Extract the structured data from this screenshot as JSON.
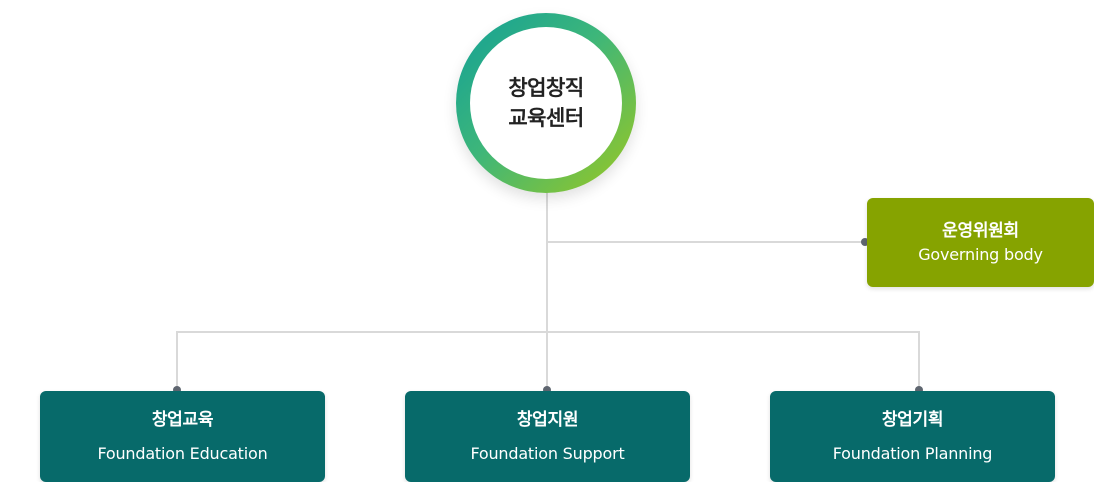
{
  "root": {
    "line1": "창업창직",
    "line2": "교육센터"
  },
  "governing": {
    "ko": "운영위원회",
    "en": "Governing body"
  },
  "departments": [
    {
      "ko": "창업교육",
      "en": "Foundation Education"
    },
    {
      "ko": "창업지원",
      "en": "Foundation Support"
    },
    {
      "ko": "창업기획",
      "en": "Foundation Planning"
    }
  ],
  "colors": {
    "ring_start": "#12a097",
    "ring_end": "#9cc820",
    "governing_box": "#86a300",
    "department_box": "#076a6a",
    "connector": "#d9d9d9"
  }
}
